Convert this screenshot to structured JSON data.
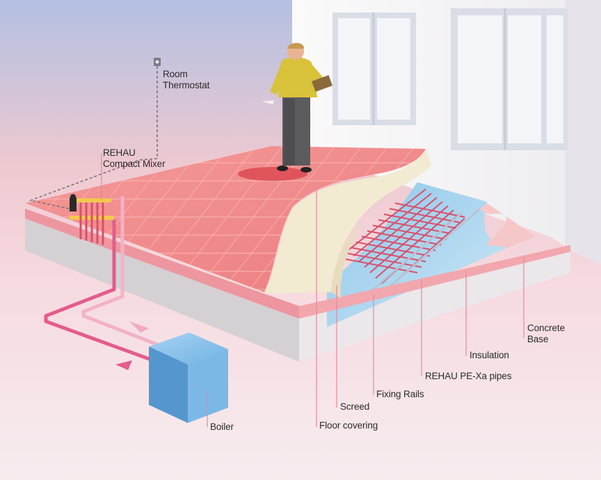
{
  "labels": {
    "room_thermostat": [
      "Room",
      "Thermostat"
    ],
    "compact_mixer": [
      "REHAU",
      "Compact Mixer"
    ],
    "concrete_base": [
      "Concrete",
      "Base"
    ],
    "insulation": "Insulation",
    "pipes": "REHAU PE-Xa pipes",
    "fixing_rails": "Fixing Rails",
    "screed": "Screed",
    "floor_covering": "Floor covering",
    "boiler": "Boiler"
  },
  "colors": {
    "floor_tile": "#f08a8a",
    "screed": "#f3ead2",
    "insulation": "#9fd0ec",
    "pipe": "#d8506a",
    "mixer": "#f2c94c",
    "boiler": "#5fa6dc",
    "wall": "#f6f4f3",
    "sky_top": "#aebde0",
    "sky_bottom": "#f6d4d8"
  }
}
